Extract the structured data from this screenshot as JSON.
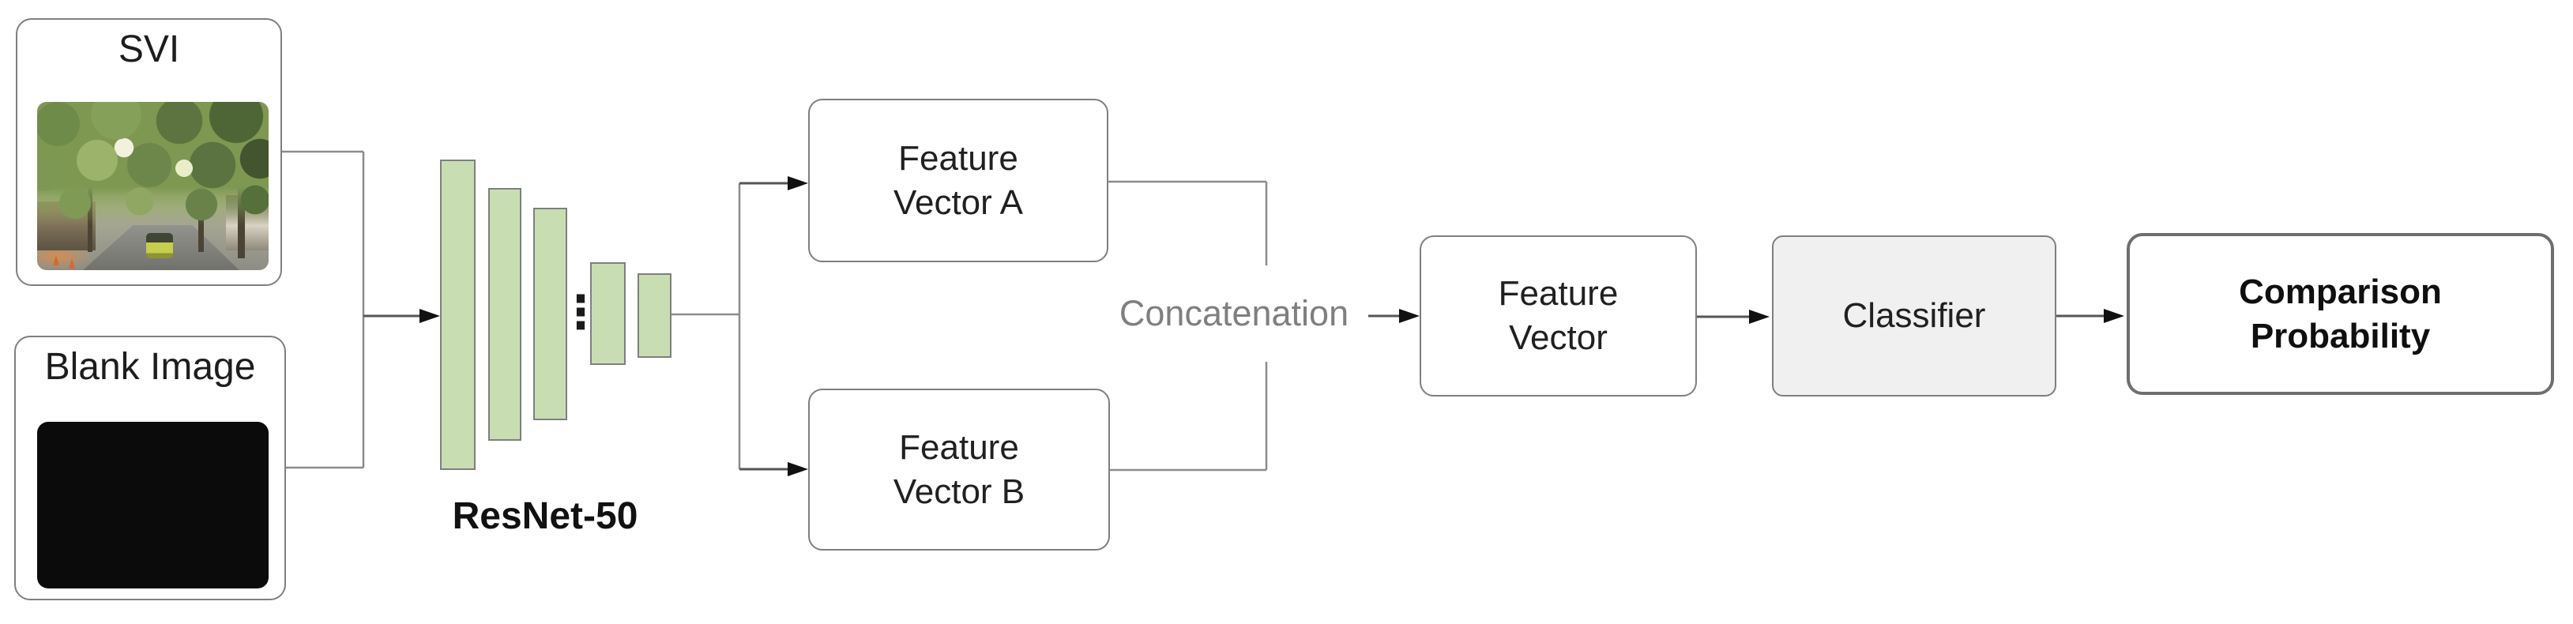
{
  "diagram": {
    "inputs": {
      "svi_label": "SVI",
      "blank_label": "Blank Image"
    },
    "backbone": {
      "label": "ResNet-50",
      "ellipsis": "⋮"
    },
    "branch_a": {
      "line1": "Feature",
      "line2": "Vector A"
    },
    "branch_b": {
      "line1": "Feature",
      "line2": "Vector B"
    },
    "merge": {
      "concatenation_label": "Concatenation",
      "feature_vector": {
        "line1": "Feature",
        "line2": "Vector"
      }
    },
    "classifier_label": "Classifier",
    "output": {
      "line1": "Comparison",
      "line2": "Probability"
    }
  },
  "colors": {
    "bar_fill": "#c9ddb3",
    "bar_border": "#7f7f7f",
    "box_border": "#7f7f7f",
    "classifier_fill": "#f0f0f0",
    "output_border": "#6e6e6e",
    "line": "#8c8c8c",
    "arrow": "#555555",
    "arrowhead": "#111111",
    "concat_text": "#7f7f7f"
  }
}
